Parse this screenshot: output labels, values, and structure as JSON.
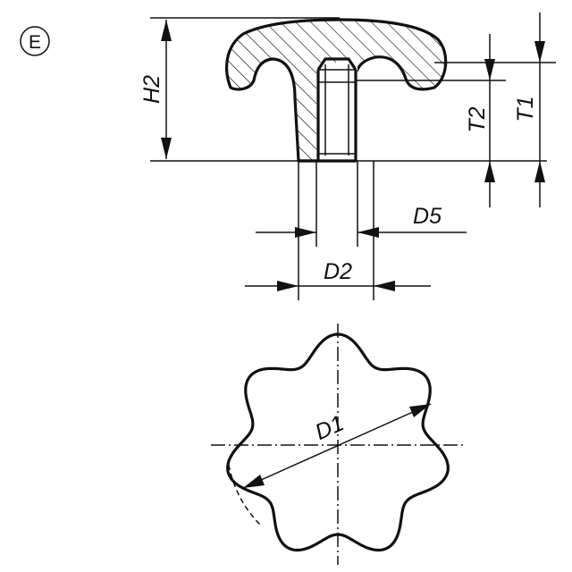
{
  "variant": "E",
  "labels": {
    "h2": "H2",
    "t1": "T1",
    "t2": "T2",
    "d5": "D5",
    "d2": "D2",
    "d1": "D1"
  },
  "colors": {
    "line": "#111111",
    "background": "#ffffff"
  }
}
